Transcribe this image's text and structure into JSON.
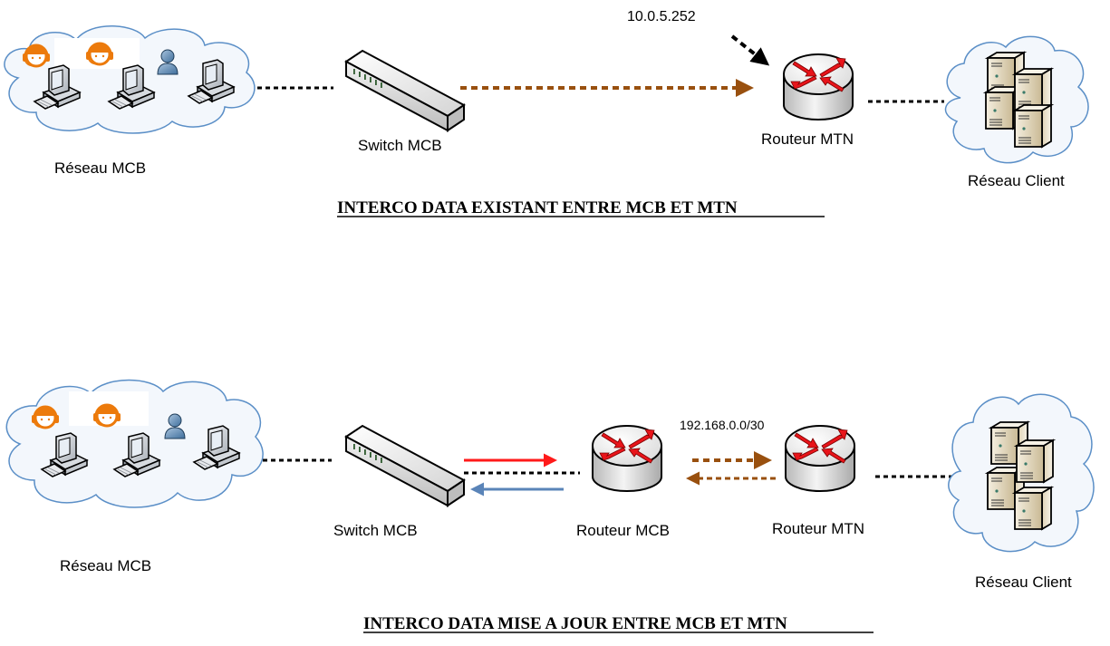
{
  "colors": {
    "cloud_stroke": "#5b8fc7",
    "cloud_fill": "#f3f7fc",
    "link_black": "#000000",
    "link_brown": "#99500f",
    "arrow_red": "#ff1a1a",
    "arrow_blue": "#5a84b8",
    "router_arrows": "#e8141a",
    "headset_orange": "#ec7a0b",
    "user_blue": "#5784b0"
  },
  "top": {
    "title": "INTERCO DATA EXISTANT ENTRE MCB ET MTN",
    "nodes": {
      "mcb_network": {
        "label": "Réseau MCB",
        "icon": "cloud-with-workstations"
      },
      "switch": {
        "label": "Switch MCB",
        "icon": "switch-icon"
      },
      "router_mtn": {
        "label": "Routeur MTN",
        "icon": "router-icon"
      },
      "client_network": {
        "label": "Réseau Client",
        "icon": "cloud-with-servers"
      }
    },
    "ip_annotation": "10.0.5.252",
    "links": [
      {
        "from": "mcb_network",
        "to": "switch",
        "style": "dotted-black"
      },
      {
        "from": "switch",
        "to": "router_mtn",
        "style": "dashed-brown-arrow"
      },
      {
        "from": "router_mtn",
        "to": "client_network",
        "style": "dotted-black"
      },
      {
        "from": "ip_annotation",
        "to": "router_mtn",
        "style": "dashed-black-arrow"
      }
    ]
  },
  "bottom": {
    "title": "INTERCO DATA MISE A JOUR ENTRE MCB ET MTN",
    "nodes": {
      "mcb_network": {
        "label": "Réseau MCB",
        "icon": "cloud-with-workstations"
      },
      "switch": {
        "label": "Switch MCB",
        "icon": "switch-icon"
      },
      "router_mcb": {
        "label": "Routeur MCB",
        "icon": "router-icon"
      },
      "router_mtn": {
        "label": "Routeur MTN",
        "icon": "router-icon"
      },
      "client_network": {
        "label": "Réseau Client",
        "icon": "cloud-with-servers"
      }
    },
    "subnet_annotation": "192.168.0.0/30",
    "links": [
      {
        "from": "mcb_network",
        "to": "switch",
        "style": "dotted-black"
      },
      {
        "from": "switch",
        "to": "router_mcb",
        "style": "dotted-black"
      },
      {
        "from": "switch",
        "to": "router_mcb",
        "style": "red-arrow-right"
      },
      {
        "from": "router_mcb",
        "to": "switch",
        "style": "blue-arrow-left"
      },
      {
        "from": "router_mcb",
        "to": "router_mtn",
        "style": "dashed-brown-arrow-right"
      },
      {
        "from": "router_mtn",
        "to": "router_mcb",
        "style": "dashed-brown-arrow-left"
      },
      {
        "from": "router_mtn",
        "to": "client_network",
        "style": "dotted-black"
      }
    ]
  }
}
